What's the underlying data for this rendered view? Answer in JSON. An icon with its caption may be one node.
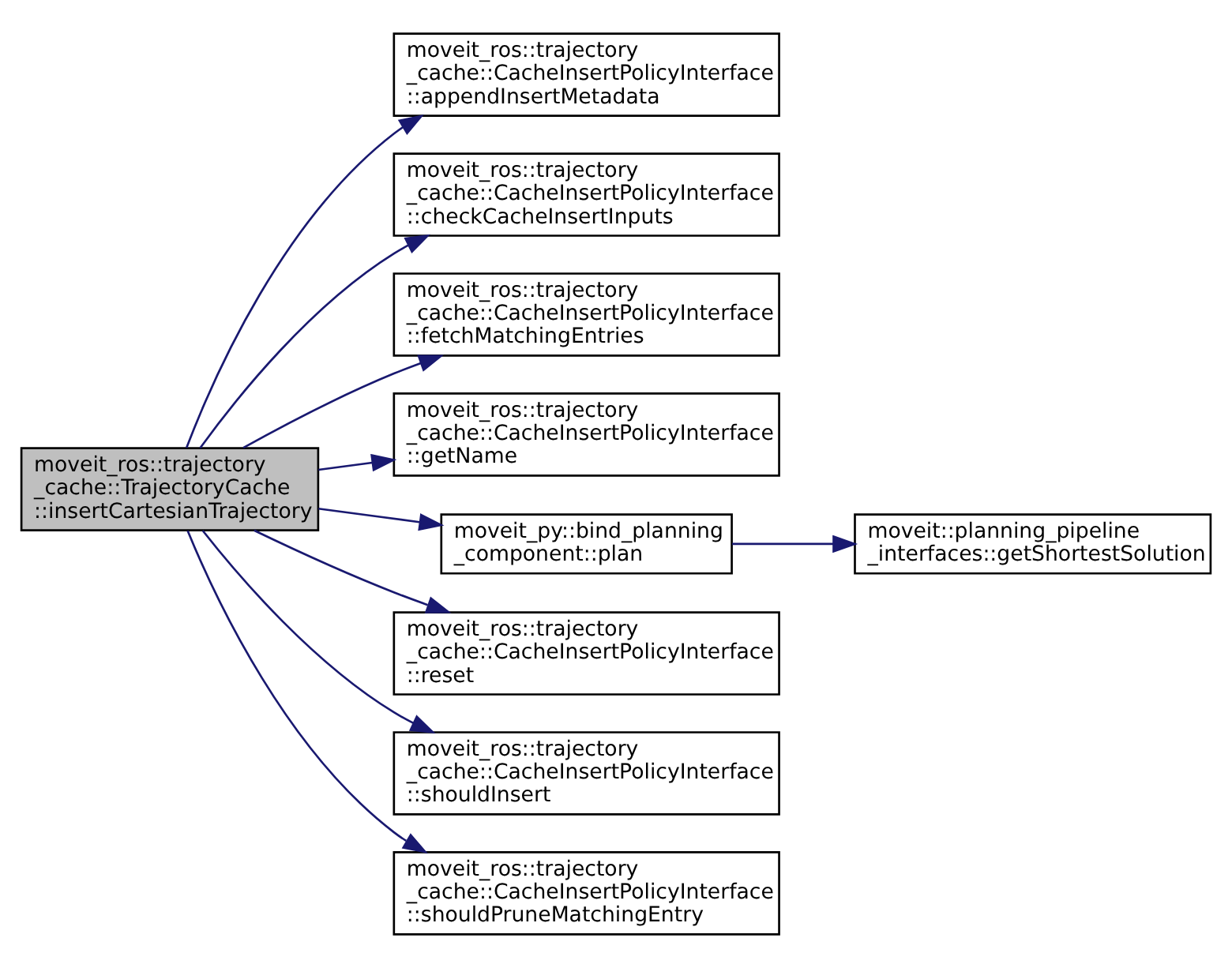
{
  "diagram": {
    "nodes": [
      {
        "text": [
          "moveit_ros::trajectory _cache::TrajectoryCache ::insertCartesianTrajectory"
        ]
      },
      {
        "text": [
          "moveit_ros::trajectory _cache::CacheInsertPolicyInterface ::appendInsertMetadata"
        ]
      },
      {
        "text": [
          "moveit_ros::trajectory _cache::CacheInsertPolicyInterface ::checkCacheInsertInputs"
        ]
      },
      {
        "text": [
          "moveit_ros::trajectory _cache::CacheInsertPolicyInterface ::fetchMatchingEntries"
        ]
      },
      {
        "text": [
          "moveit_ros::trajectory _cache::CacheInsertPolicyInterface ::getName"
        ]
      },
      {
        "text": [
          "moveit_py::bind_planning _component::plan"
        ]
      },
      {
        "text": [
          "moveit::planning_pipeline _interfaces::getShortestSolution"
        ]
      },
      {
        "text": [
          "moveit_ros::trajectory _cache::CacheInsertPolicyInterface ::reset"
        ]
      },
      {
        "text": [
          "moveit_ros::trajectory _cache::CacheInsertPolicyInterface ::shouldInsert"
        ]
      },
      {
        "text": [
          "moveit_ros::trajectory _cache::CacheInsertPolicyInterface ::shouldPruneMatchingEntry"
        ]
      }
    ],
    "edges": [
      {
        "from": 0,
        "to": 1,
        "arrow": "to"
      },
      {
        "from": 0,
        "to": 2,
        "arrow": "to"
      },
      {
        "from": 0,
        "to": 3,
        "arrow": "to"
      },
      {
        "from": 0,
        "to": 4,
        "arrow": "to"
      },
      {
        "from": 0,
        "to": 5,
        "arrow": "to"
      },
      {
        "from": 5,
        "to": 6,
        "arrow": "to"
      },
      {
        "from": 0,
        "to": 7,
        "arrow": "to"
      },
      {
        "from": 0,
        "to": 8,
        "arrow": "to"
      },
      {
        "from": 0,
        "to": 9,
        "arrow": "to"
      }
    ]
  }
}
